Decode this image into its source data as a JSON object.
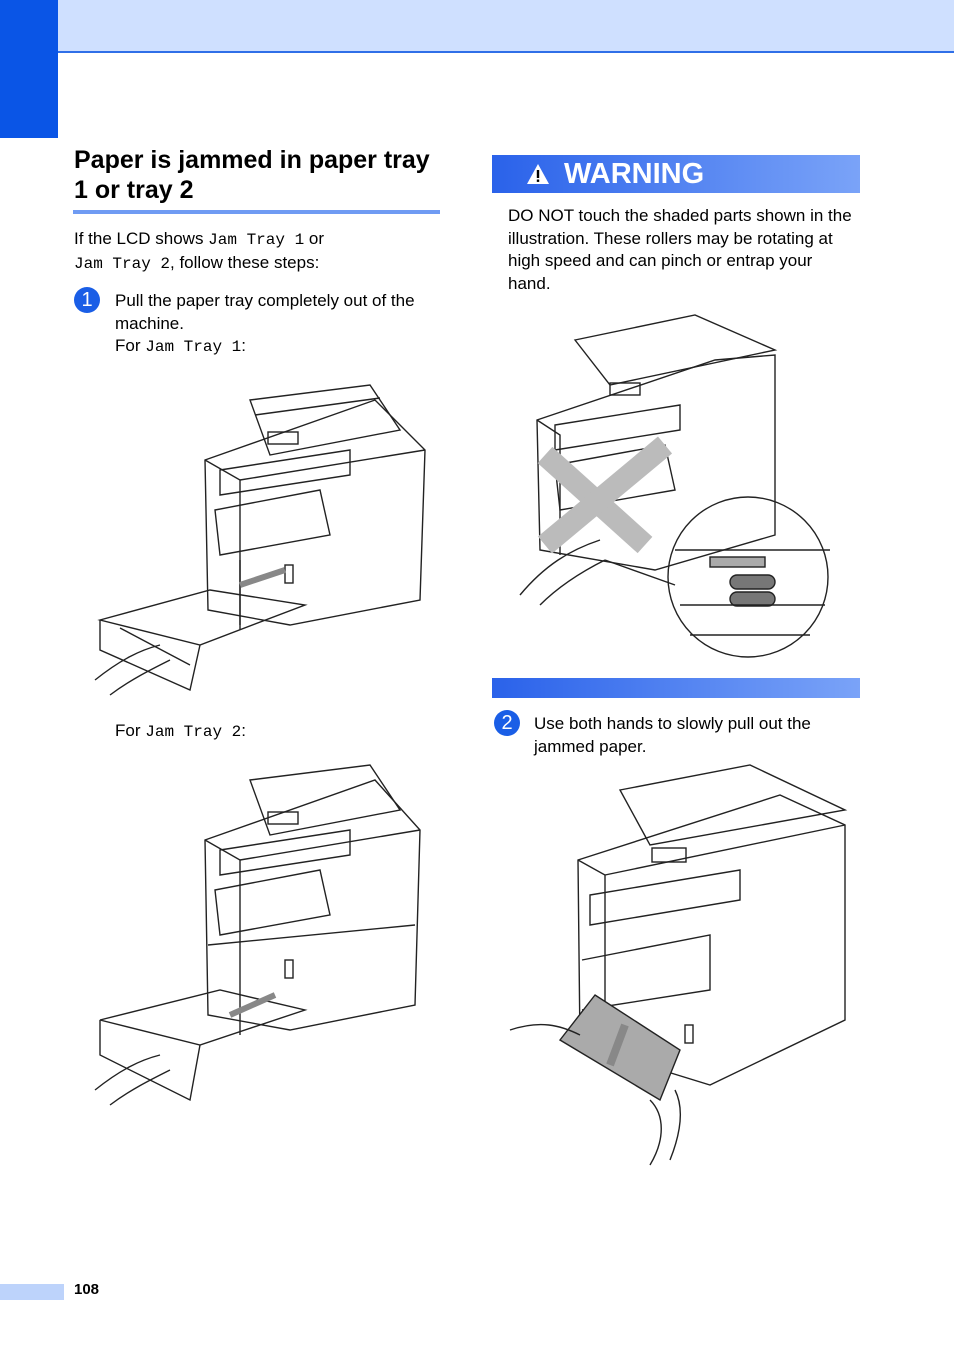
{
  "section": {
    "title": "Paper is jammed in paper tray 1 or tray 2"
  },
  "intro": {
    "prefix": "If the LCD shows ",
    "code1": "Jam Tray 1",
    "middle": " or",
    "code2": "Jam Tray 2",
    "suffix": ", follow these steps:"
  },
  "step1": {
    "badge": "1",
    "text": "Pull the paper tray completely out of the machine.",
    "for_label": "For ",
    "code_a": "Jam Tray 1",
    "code_b": "Jam Tray 2",
    "colon": ":"
  },
  "warning": {
    "title": "WARNING",
    "text": "DO NOT touch the shaded parts shown in the illustration. These rollers may be rotating at high speed and can pinch or entrap your hand."
  },
  "step2": {
    "badge": "2",
    "text": "Use both hands to slowly pull out the jammed paper."
  },
  "footer": {
    "page_number": "108"
  },
  "colors": {
    "accent": "#0a55e6",
    "band": "#cfe0ff",
    "warning_start": "#2a62ea",
    "warning_end": "#7aa3f8"
  }
}
